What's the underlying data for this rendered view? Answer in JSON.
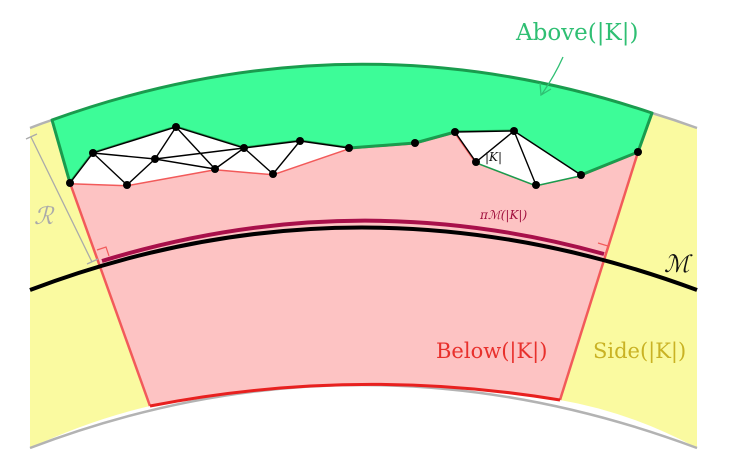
{
  "labels": {
    "above": "Above(|K|)",
    "below": "Below(|K|)",
    "side": "Side(|K|)",
    "tube_radius": "ℛ",
    "manifold": "ℳ",
    "projection": "πℳ(|K|)",
    "complex": "|K|"
  },
  "colors": {
    "above_fill": "#3dfc98",
    "above_stroke": "#1a9c4e",
    "below_fill": "#fdc3c3",
    "below_stroke": "#f25a5a",
    "side_fill": "#fafaa0",
    "manifold": "#000000",
    "projection": "#a8104a",
    "boundary": "#b3b3b3"
  }
}
